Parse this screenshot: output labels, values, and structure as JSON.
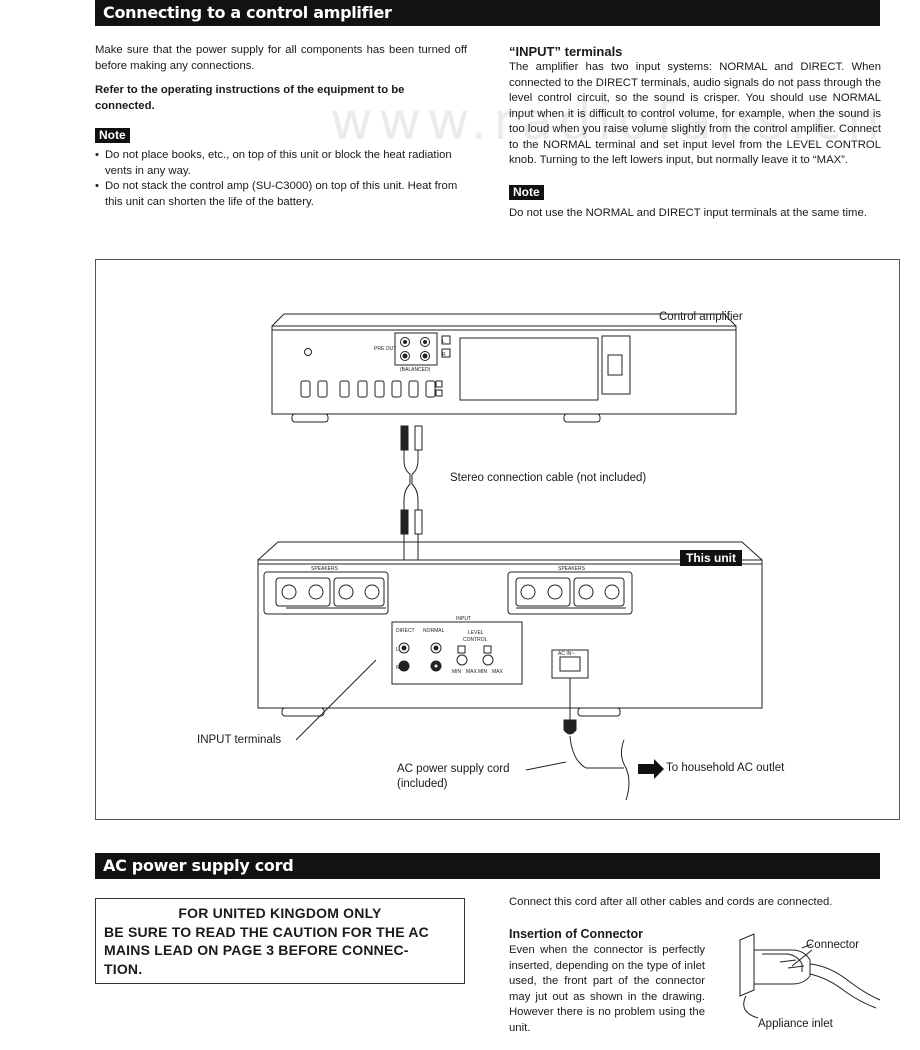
{
  "section1": {
    "title": "Connecting to a control amplifier",
    "intro": "Make sure that the power supply for all components has been turned off before making any connections.",
    "refer": "Refer to the operating instructions of the equipment to be connected.",
    "note_label": "Note",
    "notes": [
      "Do not place books, etc., on top of this unit or block the heat radiation vents in any way.",
      "Do not stack the control amp (SU-C3000) on top of this unit. Heat from this unit can shorten the life of the battery."
    ]
  },
  "input_terminals": {
    "heading": "“INPUT” terminals",
    "body": "The amplifier has two input systems: NORMAL and DIRECT. When connected to the DIRECT terminals, audio signals do not pass through the level control circuit, so the sound is crisper. You should use NORMAL input when it is difficult to control volume, for example, when the sound is too loud when you raise volume slightly from the control amplifier. Connect to the NORMAL terminal and set input level from the LEVEL CONTROL knob. Turning to the left lowers input, but normally leave it to “MAX”.",
    "note_label": "Note",
    "note": "Do not use the NORMAL and DIRECT input terminals at the same time."
  },
  "watermark": "www.radiofans.cn",
  "diagram": {
    "control_amplifier": "Control amplifier",
    "cable": "Stereo connection cable (not included)",
    "this_unit": "This unit",
    "input_terminals": "INPUT terminals",
    "ac_cord_line1": "AC power supply cord",
    "ac_cord_line2": "(included)",
    "to_outlet": "To household AC outlet",
    "pre_out": "PRE OUT",
    "balanced": "(BALANCED)",
    "speakers": "SPEAKERS",
    "input": "INPUT",
    "direct": "DIRECT",
    "normal": "NORMAL",
    "level_control_1": "LEVEL",
    "level_control_2": "CONTROL",
    "min": "MIN",
    "max": "MAX",
    "ac_inlet": "AC IN~",
    "L": "L",
    "R": "R"
  },
  "section2": {
    "title": "AC power supply cord",
    "uk_lines": [
      "FOR UNITED KINGDOM ONLY",
      "BE SURE TO READ THE CAUTION FOR THE AC",
      "MAINS LEAD ON PAGE 3 BEFORE CONNEC-",
      "TION."
    ],
    "connect_after": "Connect this cord after all other cables and cords are connected.",
    "insertion_heading": "Insertion of Connector",
    "insertion_body": "Even when the connector is perfectly inserted, depending on the type of inlet used, the front part of the connector may jut out as shown in the drawing. However there is no problem using the unit.",
    "connector_label": "Connector",
    "inlet_label": "Appliance inlet"
  }
}
